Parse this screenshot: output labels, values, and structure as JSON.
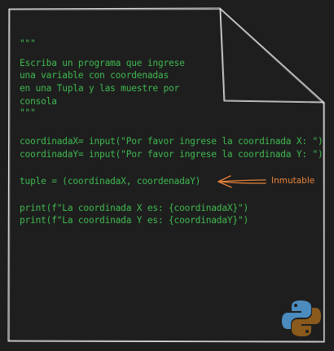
{
  "code": {
    "docstring_open": "\"\"\"",
    "docstring_lines": [
      "Escriba un programa que ingrese",
      "una variable con coordenadas",
      "en una Tupla y las muestre por",
      "consola"
    ],
    "docstring_close": "\"\"\"",
    "input_x": "coordinadaX= input(\"Por favor ingrese la coordinada X: \")",
    "input_y": "coordinadaY= input(\"Por favor ingrese la coordinada Y: \")",
    "tuple_line": "tuple = (coordinadaX, coordenadaY)",
    "print_x": "print(f\"La coordinada X es: {coordinadaX}\")",
    "print_y": "print(f\"La coordinada Y es: {coordinadaY}\")"
  },
  "annotation": {
    "label": "Inmutable",
    "color": "#e8833a"
  },
  "colors": {
    "background": "#1e1e1e",
    "sheet_stroke": "#e6e6e6",
    "code": "#3fb950",
    "python_blue": "#4b8bbe",
    "python_yellow": "#8a5a1c"
  },
  "icons": {
    "python_logo": "python-logo-icon"
  }
}
